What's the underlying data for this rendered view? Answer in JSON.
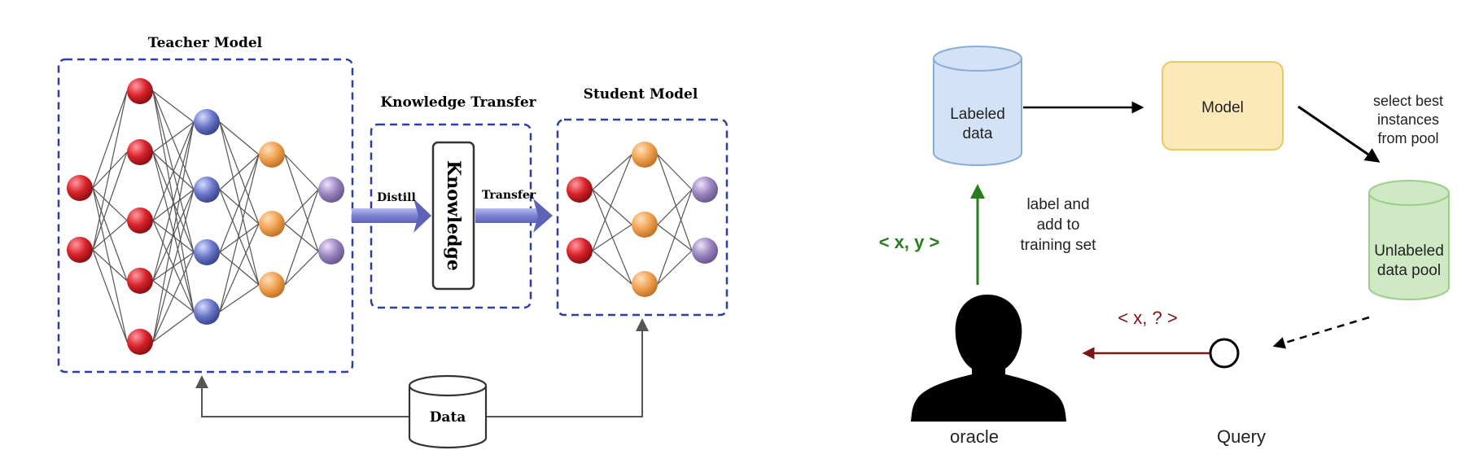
{
  "teacher": {
    "title": "Teacher Model"
  },
  "transfer": {
    "title": "Knowledge Transfer",
    "box_label": "Knowledge",
    "distill": "Distill",
    "transfer": "Transfer"
  },
  "student": {
    "title": "Student Model"
  },
  "data_label": "Data",
  "active": {
    "labeled": [
      "Labeled",
      "data"
    ],
    "model": "Model",
    "select": [
      "select best",
      "instances",
      "from pool"
    ],
    "unlabeled": [
      "Unlabeled",
      "data pool"
    ],
    "label_add": [
      "label and",
      "add to",
      "training set"
    ],
    "xy": "< x, y >",
    "xq": "< x, ? >",
    "oracle": "oracle",
    "query": "Query"
  },
  "colors": {
    "box_border": "#2f3f9a",
    "red": "#d8232a",
    "blue": "#6b78c9",
    "orange": "#f0a353",
    "purple": "#9c86c0",
    "arrow_band": "#8a8fd6",
    "labeled_fill": "#d3e2f6",
    "model_fill": "#fbeab8",
    "unlabeled_fill": "#cfe9c4",
    "green": "#2a7d1f",
    "darkred": "#7a1616"
  }
}
